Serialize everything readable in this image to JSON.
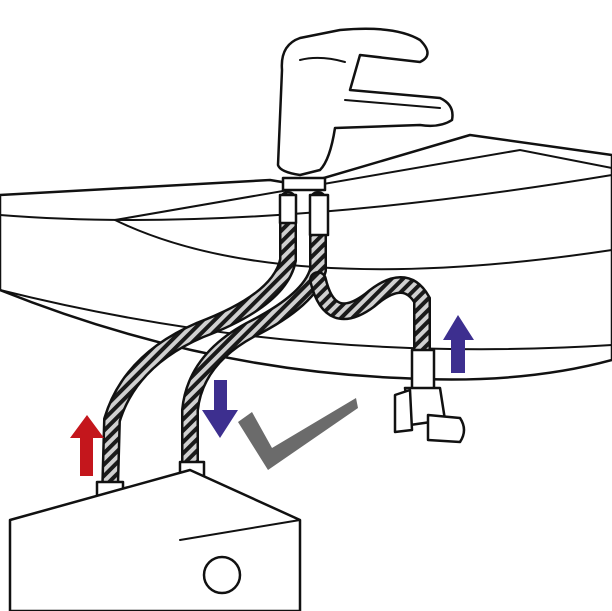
{
  "diagram": {
    "colors": {
      "line": "#111111",
      "fill": "#ffffff",
      "hot_arrow": "#c4161c",
      "cold_arrow": "#3d2f8f",
      "checkmark": "#6b6b6b",
      "hose_dark": "#1a1a1a",
      "hose_light": "#bdbdbd"
    },
    "parts": [
      "faucet",
      "basin",
      "braided-hose-hot",
      "braided-hose-cold",
      "braided-hose-supply",
      "angle-valve",
      "water-heater"
    ],
    "arrows": [
      {
        "name": "hot-water-arrow",
        "direction": "up",
        "color": "red"
      },
      {
        "name": "cold-water-down-arrow",
        "direction": "down",
        "color": "blue"
      },
      {
        "name": "cold-water-up-arrow",
        "direction": "up",
        "color": "blue"
      }
    ],
    "checkmark_icon": "check-icon"
  }
}
